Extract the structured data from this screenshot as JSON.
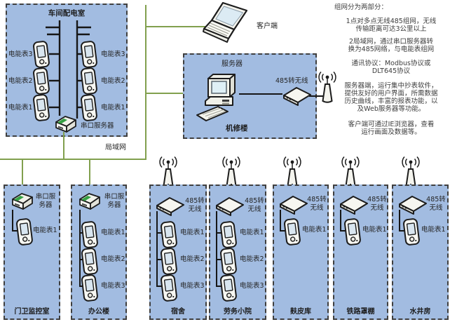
{
  "workshop": {
    "title": "车间配电室",
    "left_meters": [
      "电能表3",
      "电能表2",
      "电能表1"
    ],
    "right_meters": [
      "电能表3",
      "电能表2",
      "电能表1"
    ],
    "serial_server": "串口服务器"
  },
  "client": {
    "label": "客户端"
  },
  "lan": {
    "label": "局域网"
  },
  "server_room": {
    "title": "机修楼",
    "server": "服务器",
    "converter": "485转无线"
  },
  "notes": {
    "l1": "组网分为两部分：",
    "l2a": "1点对多点无线485组网，无线",
    "l2b": "传输距离可达3公里以上",
    "l3a": "2局域网，通过串口服务器转",
    "l3b": "换为485网络，与电能表组网",
    "l4a": "通讯协议：Modbus协议或",
    "l4b": "DLT645协议",
    "l5a": "服务器端，运行集中抄表软件，",
    "l5b": "提供友好的用户界面，所需数据",
    "l5c": "历史曲线，丰富的报表功能，以",
    "l5d": "及Web服务器等功能。",
    "l6a": "客户端可通过IE浏览器，查看",
    "l6b": "运行画面及数据等。"
  },
  "sites": [
    {
      "name": "门卫监控室",
      "dev1": "串口服",
      "dev2": "务器",
      "m1": "电能表1"
    },
    {
      "name": "办公楼",
      "dev1": "串口服",
      "dev2": "务器",
      "m1": "电能表1",
      "m2": "电能表2",
      "m3": "电能表3"
    },
    {
      "name": "宿舍",
      "dev1": "485转",
      "dev2": "无线",
      "m1": "电能表1",
      "m2": "电能表2",
      "m3": "电能表3"
    },
    {
      "name": "劳务小院",
      "dev1": "485转",
      "dev2": "无线",
      "m1": "电能表1",
      "m2": "电能表2",
      "m3": "电能表3"
    },
    {
      "name": "麸皮库",
      "dev1": "485转",
      "dev2": "无线",
      "m1": "电能表1"
    },
    {
      "name": "铁路罩棚",
      "dev1": "485转",
      "dev2": "无线",
      "m1": "电能表1"
    },
    {
      "name": "水井房",
      "dev1": "485转",
      "dev2": "无线",
      "m1": "电能表1"
    }
  ]
}
